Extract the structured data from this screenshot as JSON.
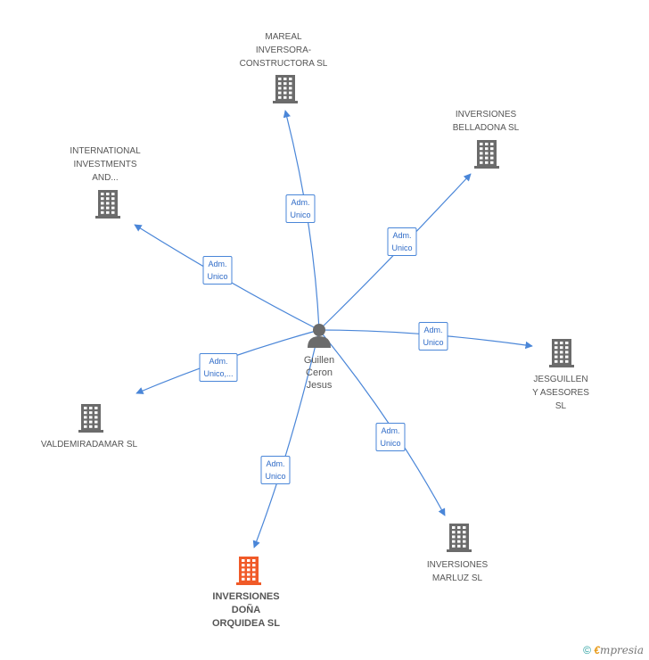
{
  "center": {
    "lines": [
      "Guillen",
      "Ceron",
      "Jesus"
    ]
  },
  "nodes": [
    {
      "id": "mareal",
      "lines": [
        "MAREAL",
        "INVERSORA-",
        "CONSTRUCTORA SL"
      ],
      "highlight": false
    },
    {
      "id": "belladona",
      "lines": [
        "INVERSIONES",
        "BELLADONA SL"
      ],
      "highlight": false
    },
    {
      "id": "international",
      "lines": [
        "INTERNATIONAL",
        "INVESTMENTS",
        "AND..."
      ],
      "highlight": false
    },
    {
      "id": "jesguillen",
      "lines": [
        "JESGUILLEN",
        "Y ASESORES",
        "SL"
      ],
      "highlight": false
    },
    {
      "id": "valdemiradamar",
      "lines": [
        "VALDEMIRADAMAR SL"
      ],
      "highlight": false
    },
    {
      "id": "marluz",
      "lines": [
        "INVERSIONES",
        "MARLUZ SL"
      ],
      "highlight": false
    },
    {
      "id": "orquidea",
      "lines": [
        "INVERSIONES",
        "DOÑA",
        "ORQUIDEA SL"
      ],
      "highlight": true
    }
  ],
  "edges": [
    {
      "to": "mareal",
      "lines": [
        "Adm.",
        "Unico"
      ]
    },
    {
      "to": "belladona",
      "lines": [
        "Adm.",
        "Unico"
      ]
    },
    {
      "to": "international",
      "lines": [
        "Adm.",
        "Unico"
      ]
    },
    {
      "to": "jesguillen",
      "lines": [
        "Adm.",
        "Unico"
      ]
    },
    {
      "to": "valdemiradamar",
      "lines": [
        "Adm.",
        "Unico,..."
      ]
    },
    {
      "to": "marluz",
      "lines": [
        "Adm.",
        "Unico"
      ]
    },
    {
      "to": "orquidea",
      "lines": [
        "Adm.",
        "Unico"
      ]
    }
  ],
  "colors": {
    "edge": "#4a86d8",
    "building": "#6b6b6b",
    "highlight": "#f05a28",
    "person": "#6b6b6b"
  },
  "footer": {
    "copyright": "©",
    "brand_initial": "€",
    "brand_rest": "mpresia"
  }
}
